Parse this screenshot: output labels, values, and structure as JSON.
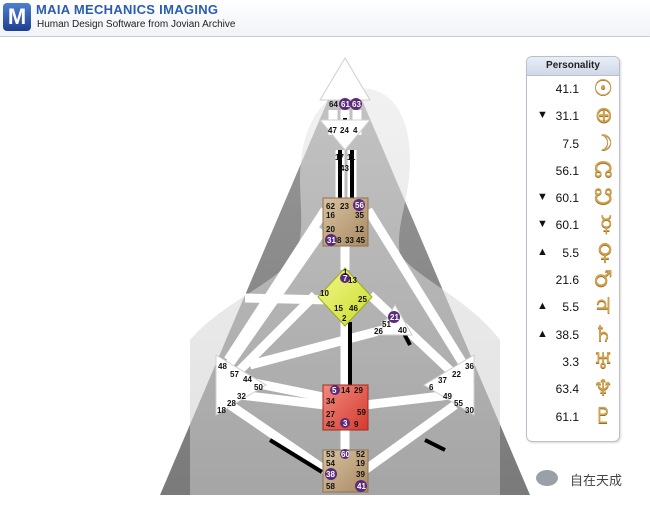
{
  "header": {
    "logo_letter": "M",
    "title": "MAIA MECHANICS IMAGING",
    "subtitle": "Human Design Software from Jovian Archive"
  },
  "chart": {
    "gates": [
      "64",
      "61",
      "63",
      "47",
      "24",
      "4",
      "17",
      "11",
      "43",
      "62",
      "23",
      "56",
      "16",
      "35",
      "20",
      "12",
      "31",
      "8",
      "33",
      "45",
      "1",
      "7",
      "13",
      "10",
      "25",
      "15",
      "46",
      "2",
      "21",
      "51",
      "26",
      "40",
      "48",
      "57",
      "44",
      "50",
      "32",
      "28",
      "18",
      "6",
      "37",
      "22",
      "36",
      "49",
      "55",
      "30",
      "5",
      "14",
      "29",
      "34",
      "27",
      "59",
      "42",
      "3",
      "9",
      "53",
      "60",
      "52",
      "54",
      "19",
      "38",
      "39",
      "58",
      "41"
    ]
  },
  "personality": {
    "title": "Personality",
    "rows": [
      {
        "arrow": "",
        "value": "41.1",
        "glyph": "☉",
        "icon": "sun-icon"
      },
      {
        "arrow": "▼",
        "value": "31.1",
        "glyph": "⊕",
        "icon": "earth-icon"
      },
      {
        "arrow": "",
        "value": "7.5",
        "glyph": "☽",
        "icon": "moon-icon"
      },
      {
        "arrow": "",
        "value": "56.1",
        "glyph": "☊",
        "icon": "north-node-icon"
      },
      {
        "arrow": "▼",
        "value": "60.1",
        "glyph": "☋",
        "icon": "south-node-icon"
      },
      {
        "arrow": "▼",
        "value": "60.1",
        "glyph": "☿",
        "icon": "mercury-icon"
      },
      {
        "arrow": "▲",
        "value": "5.5",
        "glyph": "♀",
        "icon": "venus-icon"
      },
      {
        "arrow": "",
        "value": "21.6",
        "glyph": "♂",
        "icon": "mars-icon"
      },
      {
        "arrow": "▲",
        "value": "5.5",
        "glyph": "♃",
        "icon": "jupiter-icon"
      },
      {
        "arrow": "▲",
        "value": "38.5",
        "glyph": "♄",
        "icon": "saturn-icon"
      },
      {
        "arrow": "",
        "value": "3.3",
        "glyph": "♅",
        "icon": "uranus-icon"
      },
      {
        "arrow": "",
        "value": "63.4",
        "glyph": "♆",
        "icon": "neptune-icon"
      },
      {
        "arrow": "",
        "value": "61.1",
        "glyph": "♇",
        "icon": "pluto-icon"
      }
    ]
  },
  "watermark": {
    "text": "自在天成"
  }
}
